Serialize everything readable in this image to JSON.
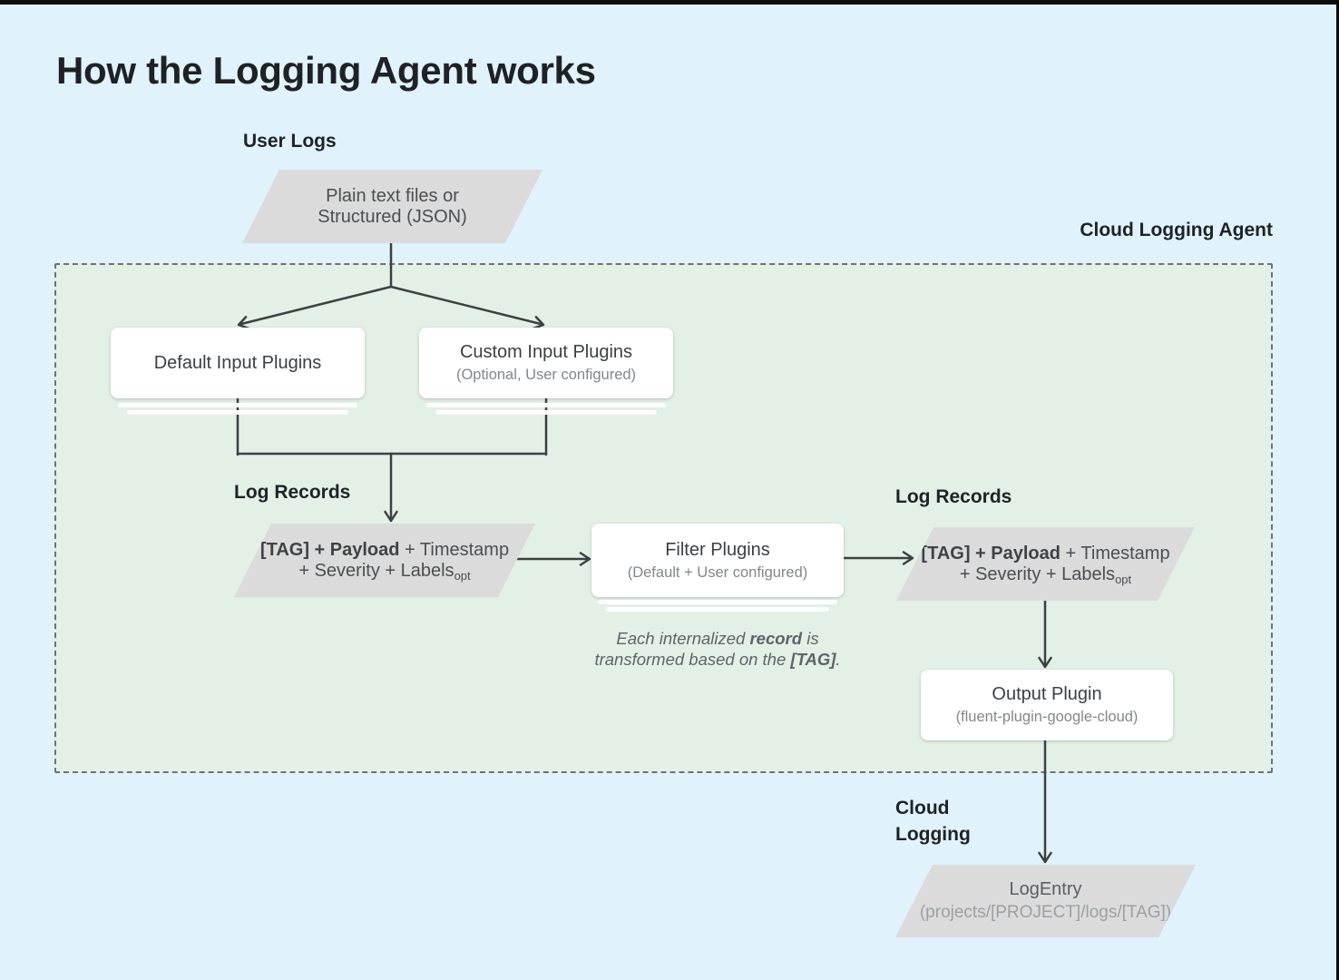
{
  "title": "How the Logging Agent works",
  "colors": {
    "background": "#E0F2FB",
    "agent_boundary_fill": "#E3F0E6",
    "agent_boundary_border": "#6e7276",
    "shape_gray": "#DBDBDB",
    "node_white": "#FFFFFF",
    "line": "#3C4043",
    "text_primary": "#202124",
    "text_secondary": "#82878c",
    "text_muted": "#9aa0a6"
  },
  "labels": {
    "user_logs": "User Logs",
    "cloud_logging_agent": "Cloud Logging Agent",
    "log_records_left": "Log Records",
    "log_records_right": "Log Records",
    "cloud_logging": "Cloud Logging"
  },
  "nodes": {
    "user_logs_source": {
      "line1": "Plain text files or",
      "line2": "Structured (JSON)"
    },
    "default_input": {
      "title": "Default Input Plugins"
    },
    "custom_input": {
      "title": "Custom Input Plugins",
      "subtitle": "(Optional, User configured)"
    },
    "log_record_left": {
      "line1_bold": "[TAG] + Payload",
      "line1_rest": " + Timestamp",
      "line2": "+ Severity + Labels",
      "line2_sub": "opt"
    },
    "filter_plugins": {
      "title": "Filter Plugins",
      "subtitle": "(Default + User configured)"
    },
    "log_record_right": {
      "line1_bold": "[TAG] + Payload",
      "line1_rest": " + Timestamp",
      "line2": "+ Severity + Labels",
      "line2_sub": "opt"
    },
    "output_plugin": {
      "title": "Output Plugin",
      "subtitle": "(fluent-plugin-google-cloud)"
    },
    "log_entry": {
      "title": "LogEntry",
      "subtitle": "(projects/[PROJECT]/logs/[TAG])"
    }
  },
  "note": {
    "line1_pre": "Each internalized ",
    "line1_bold": "record",
    "line1_post": " is",
    "line2_pre": "transformed based on the ",
    "line2_bold": "[TAG]",
    "line2_post": "."
  }
}
